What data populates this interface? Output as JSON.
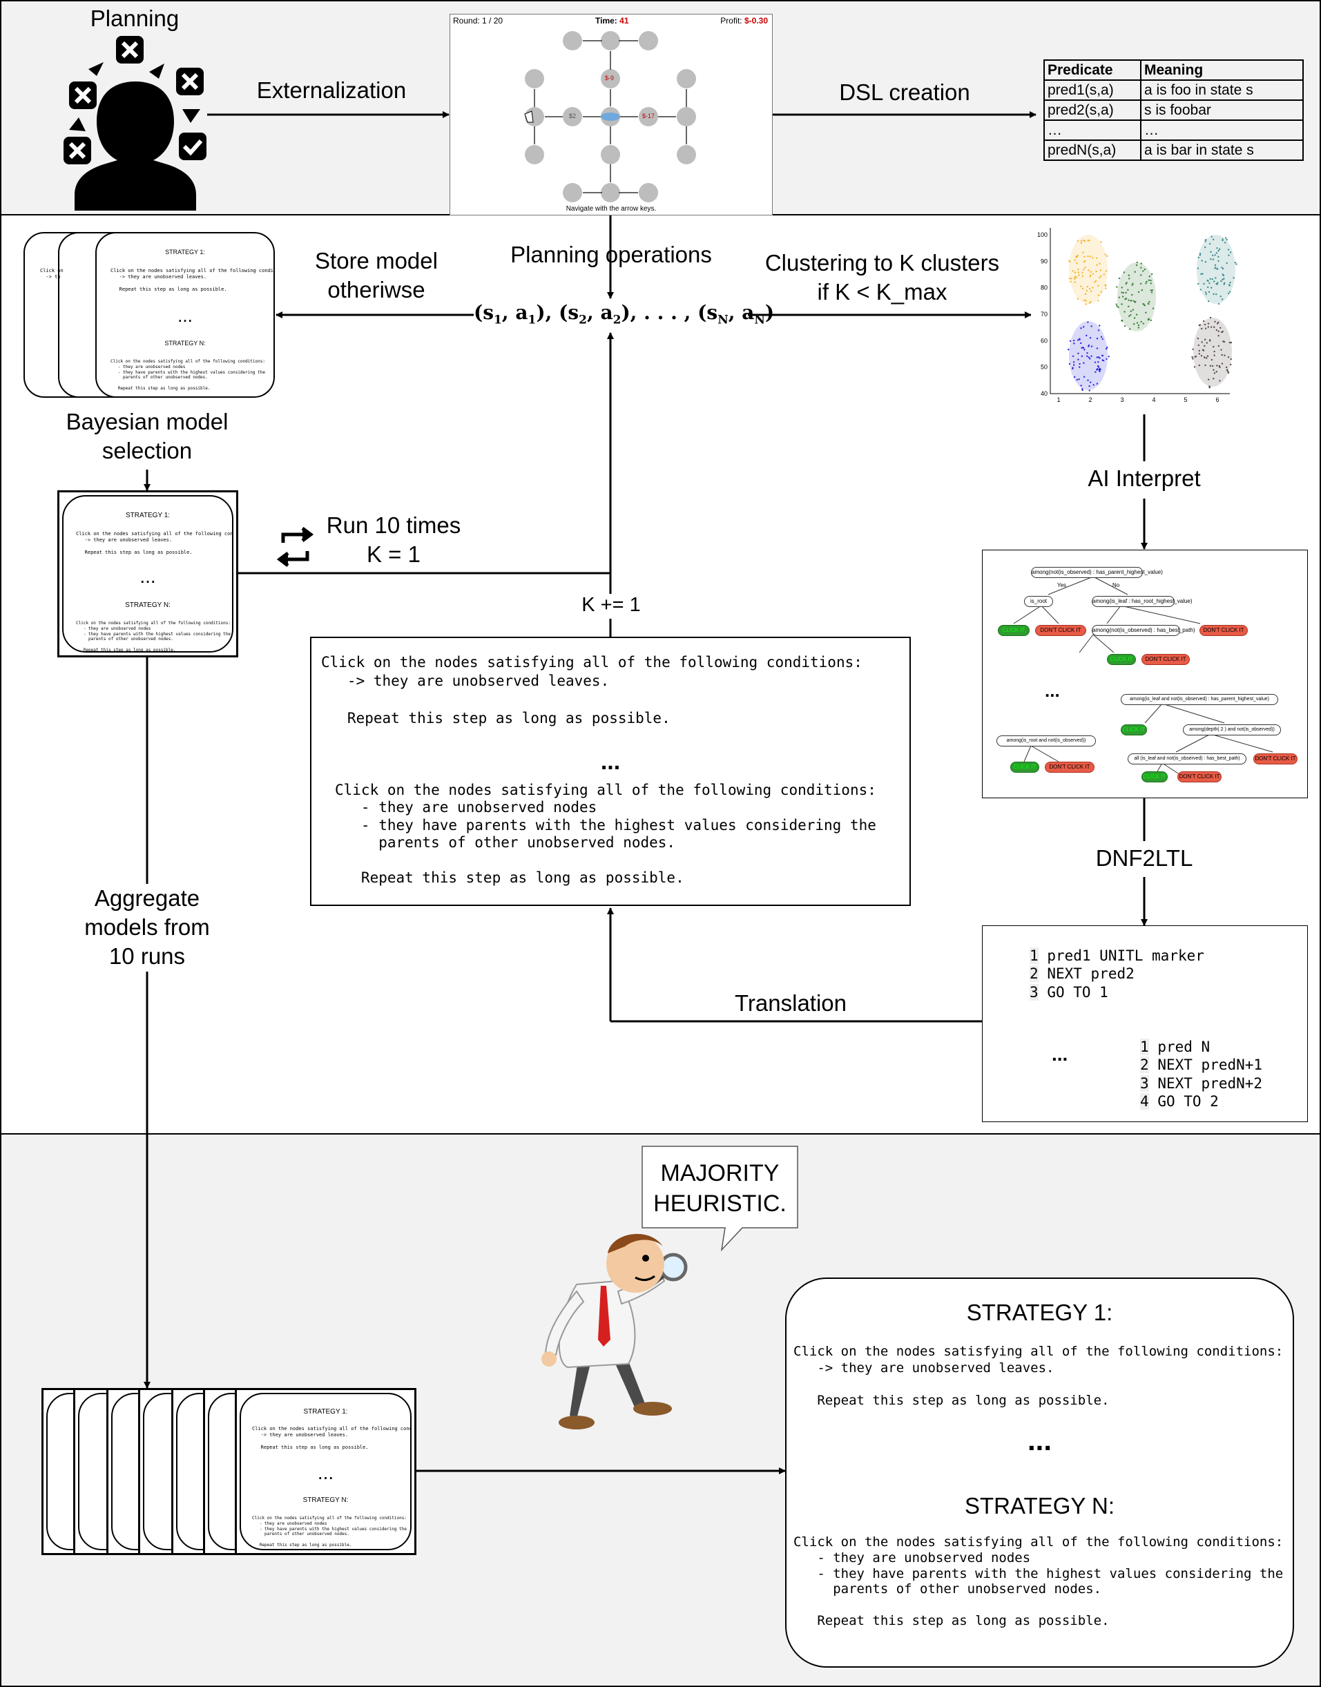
{
  "bands": {
    "top_fill": "#f2f2f2",
    "middle_fill": "#ffffff",
    "bottom_fill": "#f2f2f2"
  },
  "top": {
    "planning_label": "Planning",
    "externalization_label": "Externalization",
    "dsl_creation_label": "DSL creation",
    "game": {
      "round": "Round: 1 / 20",
      "time_label": "Time:",
      "time_value": "41",
      "profit_label": "Profit:",
      "profit_value": "$-0.30",
      "node_values": [
        "$-9",
        "$2",
        "$-17"
      ],
      "footer": "Navigate with the arrow keys."
    },
    "predicate_table": {
      "headers": [
        "Predicate",
        "Meaning"
      ],
      "rows": [
        [
          "pred1(s,a)",
          "a is foo in state s"
        ],
        [
          "pred2(s,a)",
          "s is foobar"
        ],
        [
          "…",
          "…"
        ],
        [
          "predN(s,a)",
          "a is bar in state s"
        ]
      ]
    }
  },
  "middle": {
    "store_model_label": "Store model\notheriwse",
    "planning_operations_label": "Planning operations",
    "clustering_label": "Clustering to K clusters\nif K < K_max",
    "sequence_label": "(s₁, a₁), (s₂, a₂), . . . , (s_N, a_N)",
    "sequence_parts": {
      "open1": "(s",
      "sub_s1": "1",
      "comma1": ", a",
      "sub_a1": "1",
      "mid": "), (s",
      "sub_s2": "2",
      "comma2": ", a",
      "sub_a2": "2",
      "tail": "), . . . , (s",
      "sub_sN": "N",
      "comma3": ", a",
      "sub_aN": "N",
      "close": ")"
    },
    "bayesian_label": "Bayesian model\nselection",
    "run_label": "Run 10 times\nK = 1",
    "k_increment_label": "K += 1",
    "aggregate_label": "Aggregate\nmodels from\n10 runs",
    "ai_interpret_label": "AI Interpret",
    "dnf2ltl_label": "DNF2LTL",
    "translation_label": "Translation",
    "scatter": {
      "x_ticks": [
        "1",
        "2",
        "3",
        "4",
        "5",
        "6"
      ],
      "y_ticks": [
        "40",
        "50",
        "60",
        "70",
        "80",
        "90",
        "100"
      ],
      "cluster_colors": [
        "#f2b632",
        "#3a7d3a",
        "#2a2ae0",
        "#3c8c8c",
        "#5a4a4a"
      ]
    },
    "strategy_text": {
      "block1": "Click on the nodes satisfying all of the following conditions:\n   -> they are unobserved leaves.\n\n   Repeat this step as long as possible.",
      "ellipsis": "...",
      "block2": "Click on the nodes satisfying all of the following conditions:\n   - they are unobserved nodes\n   - they have parents with the highest values considering the\n     parents of other unobserved nodes.\n\n   Repeat this step as long as possible."
    },
    "small_sheet": {
      "title1": "STRATEGY 1:",
      "ellipsis": "...",
      "titleN": "STRATEGY N:"
    },
    "decision_tree": {
      "root": "among(not(is_observed) : has_parent_highest_value)",
      "yes": "Yes",
      "no": "No",
      "is_root": "is_root",
      "among_leaf": "among(is_leaf : has_root_highest_value)",
      "among_notobs": "among(not(is_observed) : has_best_path)",
      "click": "CLICK IT",
      "dont": "DON'T CLICK IT",
      "ellipsis": "...",
      "right_root": "among(is_leaf and not(is_observed) : has_parent_highest_value)",
      "right_mid": "among(depth( 2 ) and not(is_observed))",
      "right_low": "all (is_leaf and not(is_observed) : has_best_path)",
      "left_low": "among(is_root and not(is_observed))"
    },
    "ltl": {
      "block1": [
        "pred1 UNITL marker",
        "NEXT pred2",
        "GO TO 1"
      ],
      "ellipsis": "...",
      "block2": [
        "pred N",
        "NEXT predN+1",
        "NEXT predN+2",
        "GO TO 2"
      ]
    }
  },
  "bottom": {
    "speech_bubble": "MAJORITY\nHEURISTIC.",
    "final_strategy": {
      "title1": "STRATEGY 1:",
      "text1": "Click on the nodes satisfying all of the following conditions:\n   -> they are unobserved leaves.\n\n   Repeat this step as long as possible.",
      "ellipsis": "...",
      "titleN": "STRATEGY N:",
      "textN": "Click on the nodes satisfying all of the following conditions:\n   - they are unobserved nodes\n   - they have parents with the highest values considering the\n     parents of other unobserved nodes.\n\n   Repeat this step as long as possible."
    }
  }
}
